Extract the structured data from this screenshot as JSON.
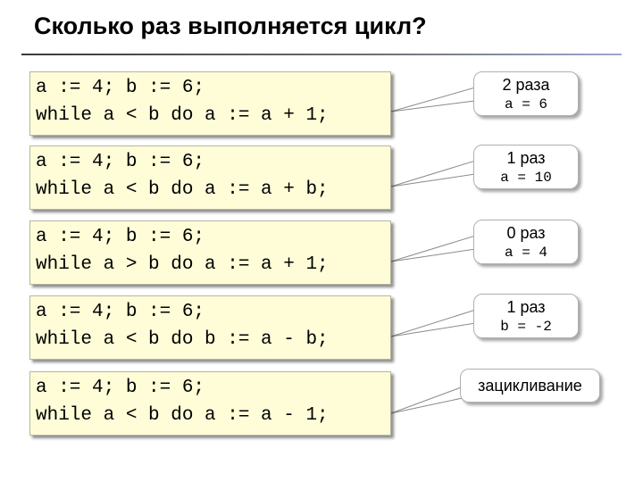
{
  "title": "Сколько раз выполняется цикл?",
  "rows": [
    {
      "line1": "a := 4; b := 6;",
      "line2": "while a < b do a := a + 1;",
      "answer": "2 раза",
      "detail": "a = 6"
    },
    {
      "line1": "a := 4; b := 6;",
      "line2": "while a < b do a := a + b;",
      "answer": "1 раз",
      "detail": "a = 10"
    },
    {
      "line1": "a := 4; b := 6;",
      "line2": "while a > b do a := a + 1;",
      "answer": "0 раз",
      "detail": "a = 4"
    },
    {
      "line1": "a := 4; b := 6;",
      "line2": "while a < b do b := a - b;",
      "answer": "1 раз",
      "detail": "b = -2"
    },
    {
      "line1": "a := 4; b := 6;",
      "line2": "while a < b do a := a - 1;",
      "answer": "зацикливание"
    }
  ],
  "colors": {
    "code_bg": "#fefdd8",
    "bubble_bg": "#ffffff",
    "text": "#000000"
  }
}
